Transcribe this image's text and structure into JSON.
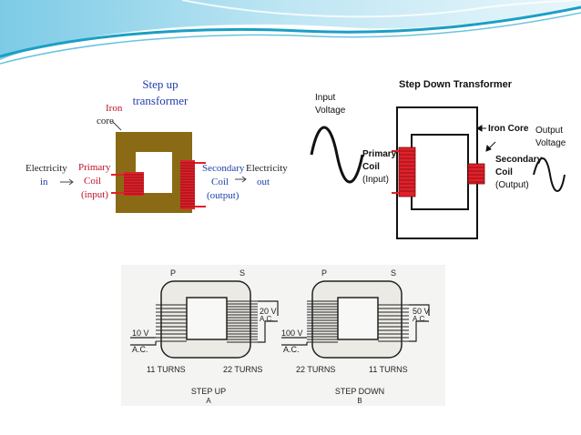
{
  "colors": {
    "header_top": "#1a9fc4",
    "header_light": "#8ed3ea",
    "core_brown": "#8a6a14",
    "coil_red": "#e0212b",
    "label_red": "#c0102a",
    "label_blue": "#1f3fa8"
  },
  "diagram1": {
    "title_line1": "Step up",
    "title_line2": "transformer",
    "iron_line1": "Iron",
    "iron_line2": "core",
    "input_line1": "Electricity",
    "input_line2": "in",
    "primary_line1": "Primary",
    "primary_line2": "Coil",
    "primary_line3": "(input)",
    "secondary_line1": "Secondary",
    "secondary_line2": "Coil",
    "secondary_line3": "(output)",
    "output_line1": "Electricity",
    "output_line2": "out"
  },
  "diagram2": {
    "title": "Step Down Transformer",
    "input_line1": "Input",
    "input_line2": "Voltage",
    "primary_line1": "Primary",
    "primary_line2": "Coil",
    "primary_line3": "(Input)",
    "iron": "Iron Core",
    "secondary_line1": "Secondary",
    "secondary_line2": "Coil",
    "secondary_line3": "(Output)",
    "output_line1": "Output",
    "output_line2": "Voltage"
  },
  "diagram3": {
    "a": {
      "p": "P",
      "s": "S",
      "in_v": "10 V",
      "in_ac": "A.C.",
      "out_v": "20 V",
      "out_ac": "A.C.",
      "turns_p": "11 TURNS",
      "turns_s": "22 TURNS",
      "cap1": "STEP UP",
      "cap2": "A"
    },
    "b": {
      "p": "P",
      "s": "S",
      "in_v": "100 V",
      "in_ac": "A.C.",
      "out_v": "50 V",
      "out_ac": "A.C.",
      "turns_p": "22 TURNS",
      "turns_s": "11 TURNS",
      "cap1": "STEP DOWN",
      "cap2": "B"
    }
  }
}
